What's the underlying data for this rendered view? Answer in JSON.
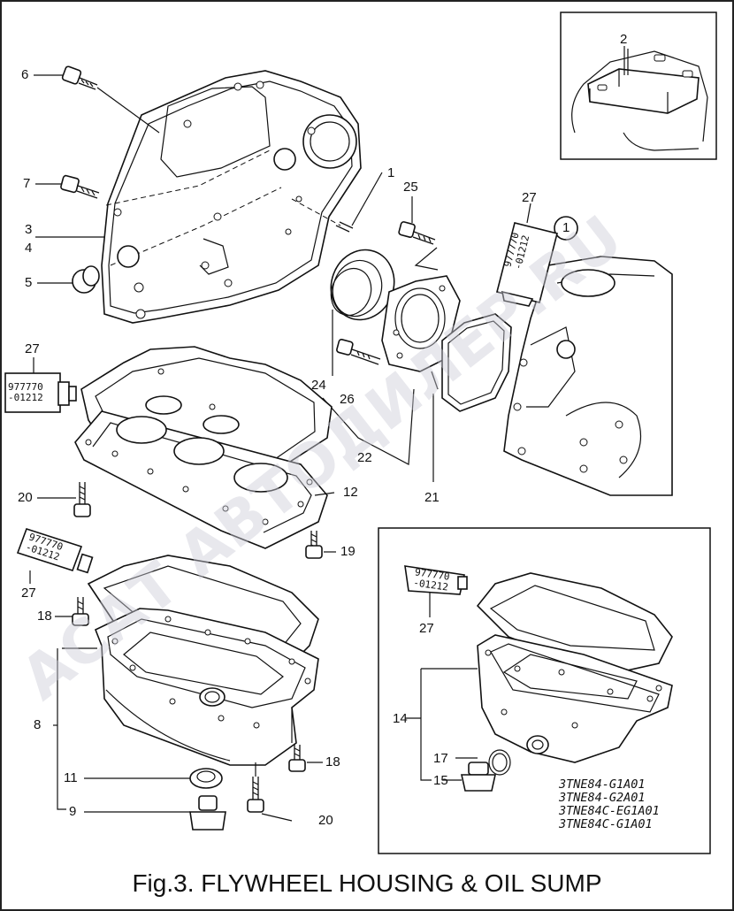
{
  "caption": "Fig.3.  FLYWHEEL HOUSING & OIL SUMP",
  "sealant_tube_text": {
    "line1": "977770",
    "line2": "-01212"
  },
  "part_numbers": {
    "p1": "1",
    "p2": "2",
    "p3": "3",
    "p4": "4",
    "p5": "5",
    "p6": "6",
    "p7": "7",
    "p8": "8",
    "p9": "9",
    "p11": "11",
    "p12": "12",
    "p14": "14",
    "p15": "15",
    "p17": "17",
    "p18": "18",
    "p19": "19",
    "p20": "20",
    "p21": "21",
    "p22": "22",
    "p24": "24",
    "p25": "25",
    "p26": "26",
    "p27": "27"
  },
  "models": [
    "3TNE84-G1A01",
    "3TNE84-G2A01",
    "3TNE84C-EG1A01",
    "3TNE84C-G1A01"
  ],
  "watermark": {
    "line1": "АСАТ АВТОДИЛЕР.RU"
  }
}
